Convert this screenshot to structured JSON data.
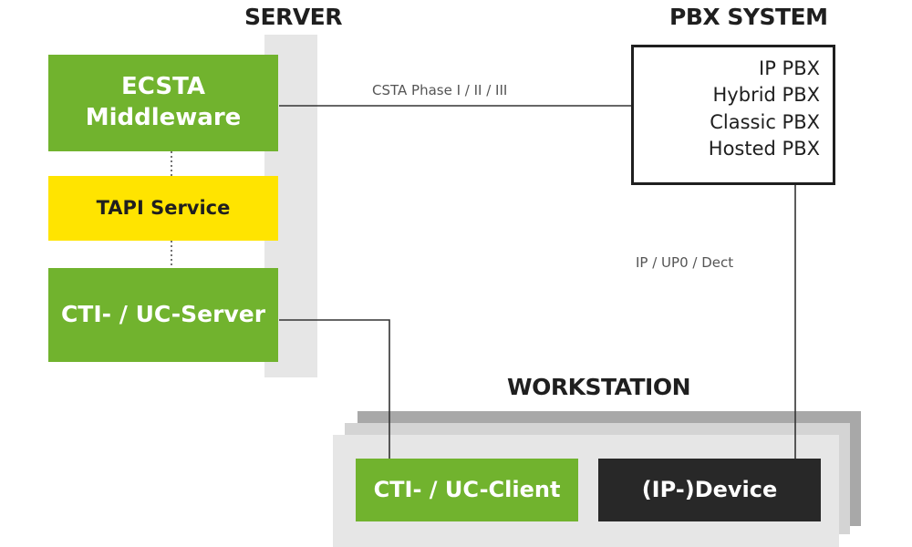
{
  "headings": {
    "server": "SERVER",
    "pbx_system": "PBX SYSTEM",
    "workstation": "WORKSTATION"
  },
  "server": {
    "ecsta_line1": "ECSTA",
    "ecsta_line2": "Middleware",
    "tapi": "TAPI Service",
    "cti_server": "CTI- / UC-Server"
  },
  "pbx": {
    "items": [
      "IP PBX",
      "Hybrid PBX",
      "Classic PBX",
      "Hosted PBX"
    ]
  },
  "workstation": {
    "client": "CTI- / UC-Client",
    "device": "(IP-)Device"
  },
  "connections": {
    "csta": "CSTA Phase I / II / III",
    "ip": "IP / UP0 / Dect"
  },
  "colors": {
    "green": "#71b32e",
    "yellow": "#ffe400",
    "dark": "#282828",
    "gray_light": "#e6e6e6",
    "gray_mid": "#d4d4d4",
    "gray_dark": "#a8a8a8"
  }
}
